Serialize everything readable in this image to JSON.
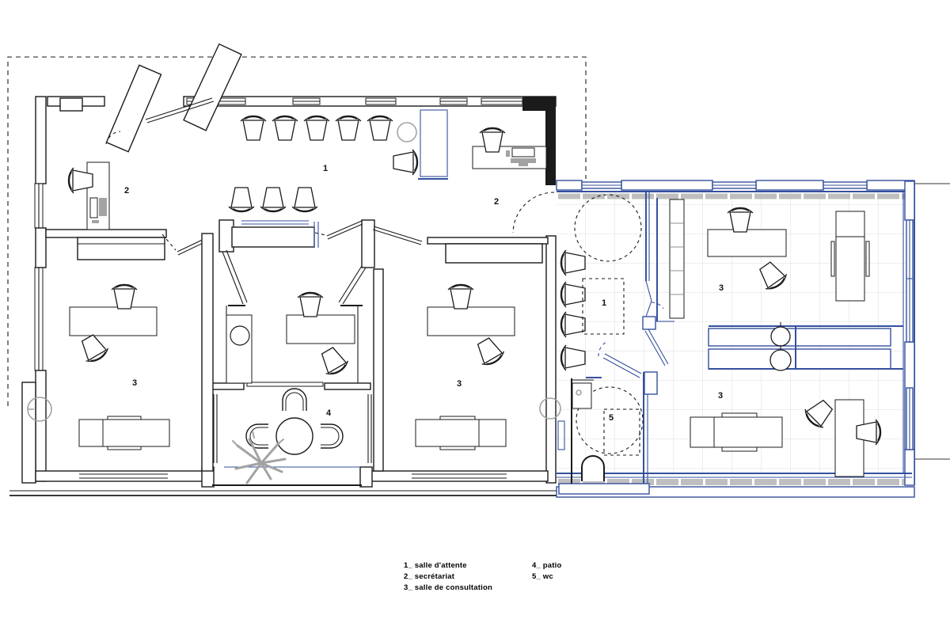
{
  "palette": {
    "wall": "#1b1b1b",
    "extension": "#35509e",
    "hatch": "#8f8f8f",
    "tile": "#dedede",
    "soft_gray": "#a3a3a3",
    "background": "#ffffff"
  },
  "room_labels": [
    {
      "id": "waiting-main",
      "text": "1"
    },
    {
      "id": "secretariat-left",
      "text": "2"
    },
    {
      "id": "secretariat-right",
      "text": "2"
    },
    {
      "id": "consult-left",
      "text": "3"
    },
    {
      "id": "consult-right",
      "text": "3"
    },
    {
      "id": "patio",
      "text": "4"
    },
    {
      "id": "waiting-small",
      "text": "1"
    },
    {
      "id": "wc",
      "text": "5"
    },
    {
      "id": "consult-ext-top",
      "text": "3"
    },
    {
      "id": "consult-ext-bottom",
      "text": "3"
    }
  ],
  "legend": {
    "col1": [
      "1_ salle d'attente",
      "2_ secrétariat",
      "3_ salle de consultation"
    ],
    "col2": [
      "4_ patio",
      "5_ wc"
    ]
  }
}
